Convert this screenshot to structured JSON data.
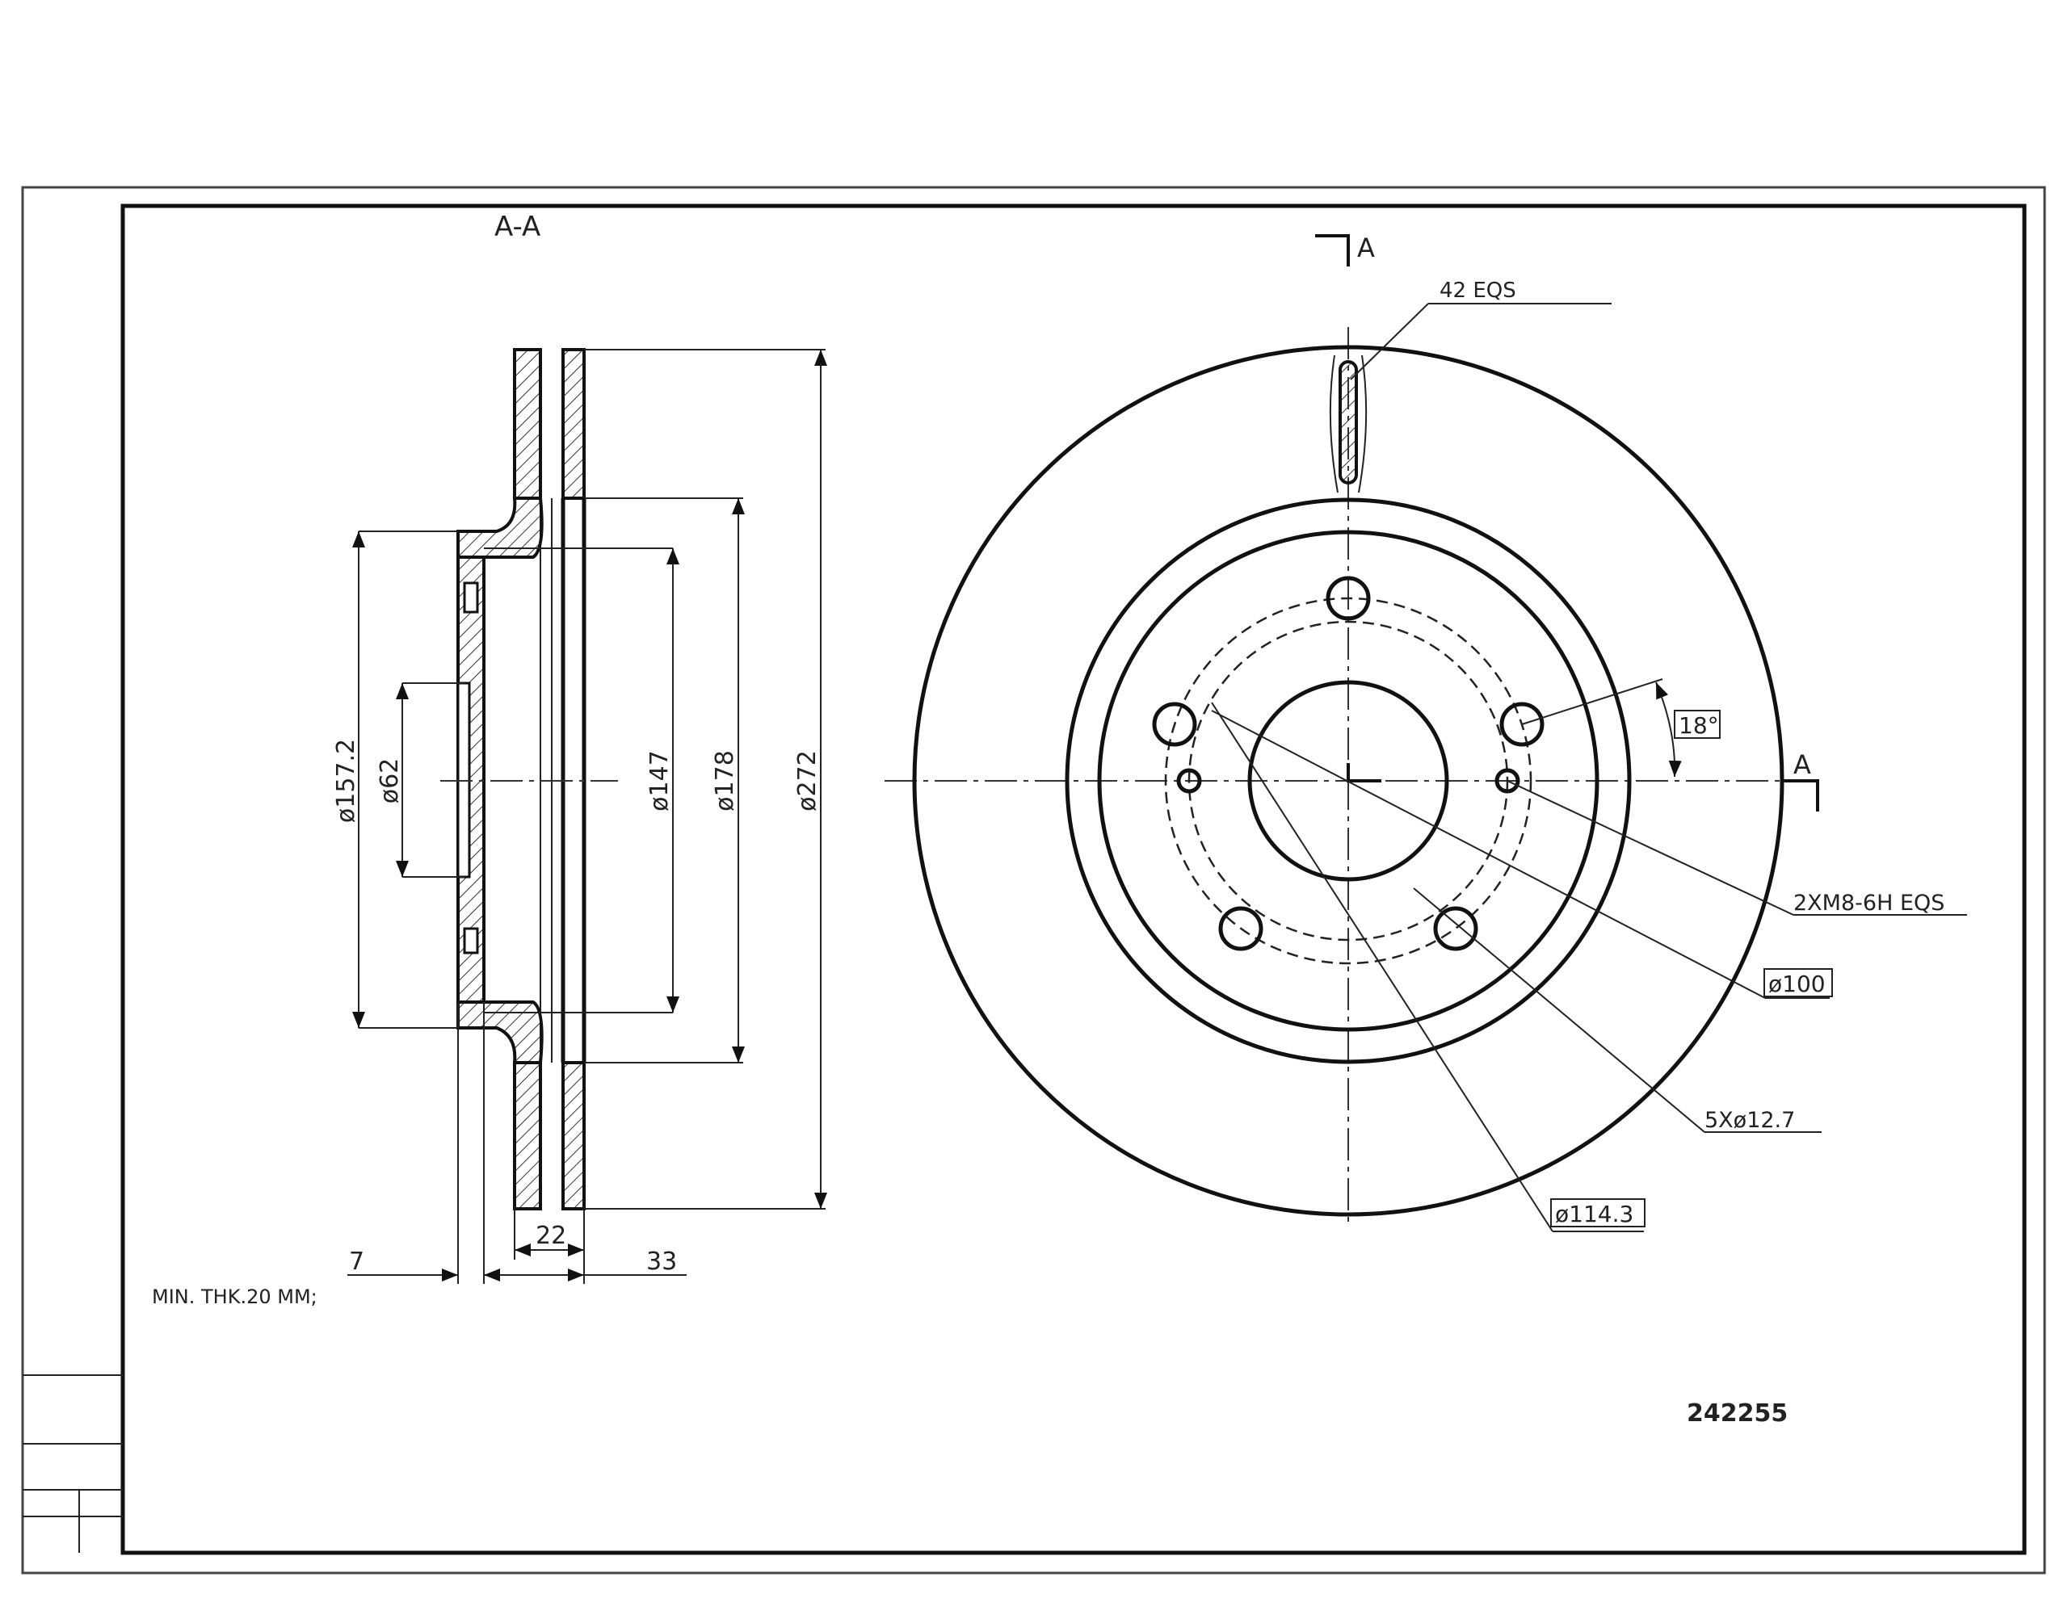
{
  "drawing": {
    "part_number": "242255",
    "section_title": "A-A",
    "section_marker_top": "A",
    "section_marker_right": "A",
    "note": "MIN. THK.20 MM;"
  },
  "section_view": {
    "dims": {
      "d157": "ø157.2",
      "d62": "ø62",
      "d147": "ø147",
      "d178": "ø178",
      "d272": "ø272",
      "w7": "7",
      "w22": "22",
      "w33": "33"
    }
  },
  "front_view": {
    "callouts": {
      "vanes": "42 EQS",
      "angle": "18°",
      "threads": "2XM8-6H EQS",
      "d100": "ø100",
      "bolt_holes": "5Xø12.7",
      "pcd": "ø114.3"
    }
  }
}
